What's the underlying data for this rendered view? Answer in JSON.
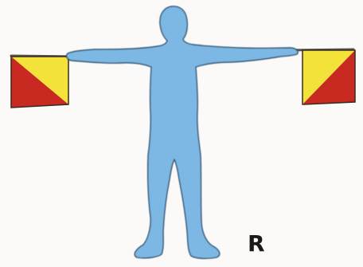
{
  "signal": {
    "letter": "R"
  },
  "colors": {
    "background": "#fbfaf8",
    "figure": "#7db8e4",
    "figure_outline": "#2d4f6e",
    "flag_red": "#c82a22",
    "flag_yellow": "#f3e23a",
    "flag_border": "#3a2a20",
    "staff": "#555555"
  },
  "icons": {
    "figure": "person-silhouette",
    "flags": "semaphore-flag"
  }
}
